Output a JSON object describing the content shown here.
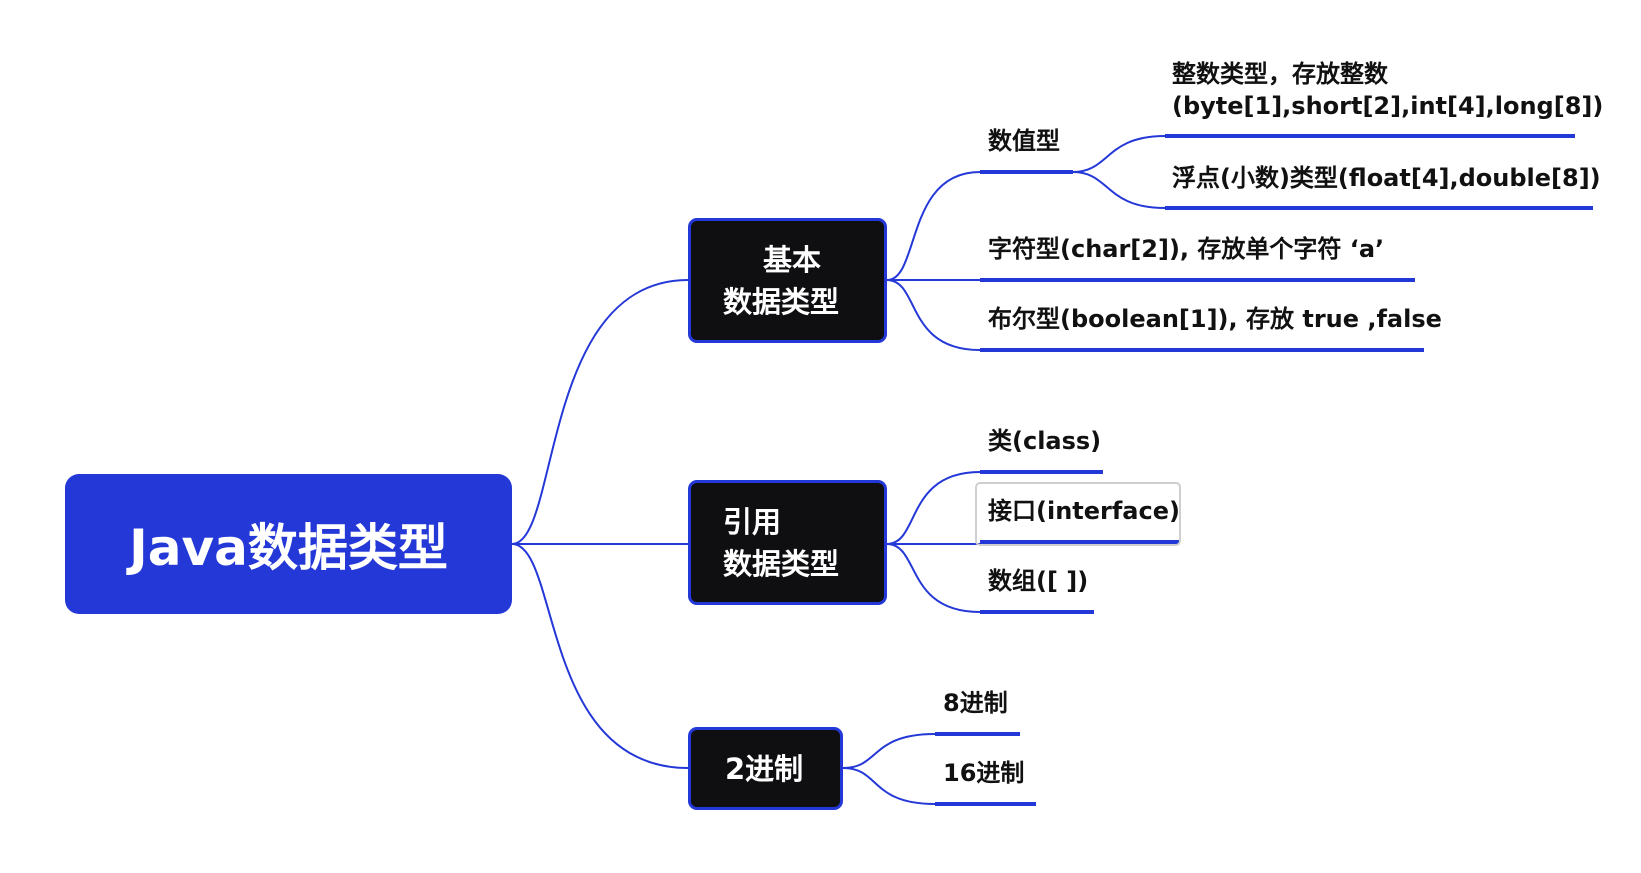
{
  "root": {
    "label": "Java数据类型"
  },
  "categories": [
    {
      "lines": [
        "基本",
        "数据类型"
      ]
    },
    {
      "lines": [
        "引用",
        "数据类型"
      ]
    },
    {
      "lines": [
        "2进制"
      ]
    }
  ],
  "numeric": {
    "label": "数值型",
    "integer": [
      "整数类型，存放整数",
      "(byte[1],short[2],int[4],long[8])"
    ],
    "float": "浮点(小数)类型(float[4],double[8])"
  },
  "char_type": "字符型(char[2]), 存放单个字符   ‘a’",
  "bool_type": "布尔型(boolean[1]), 存放 true ,false",
  "ref": {
    "class": "类(class)",
    "interface": "接口(interface)",
    "array": "数组([ ])"
  },
  "bin": {
    "b8": "8进制",
    "b16": "16进制"
  },
  "colors": {
    "accent": "#2438d8",
    "node_fill": "#0f0f12",
    "text": "#111111"
  }
}
